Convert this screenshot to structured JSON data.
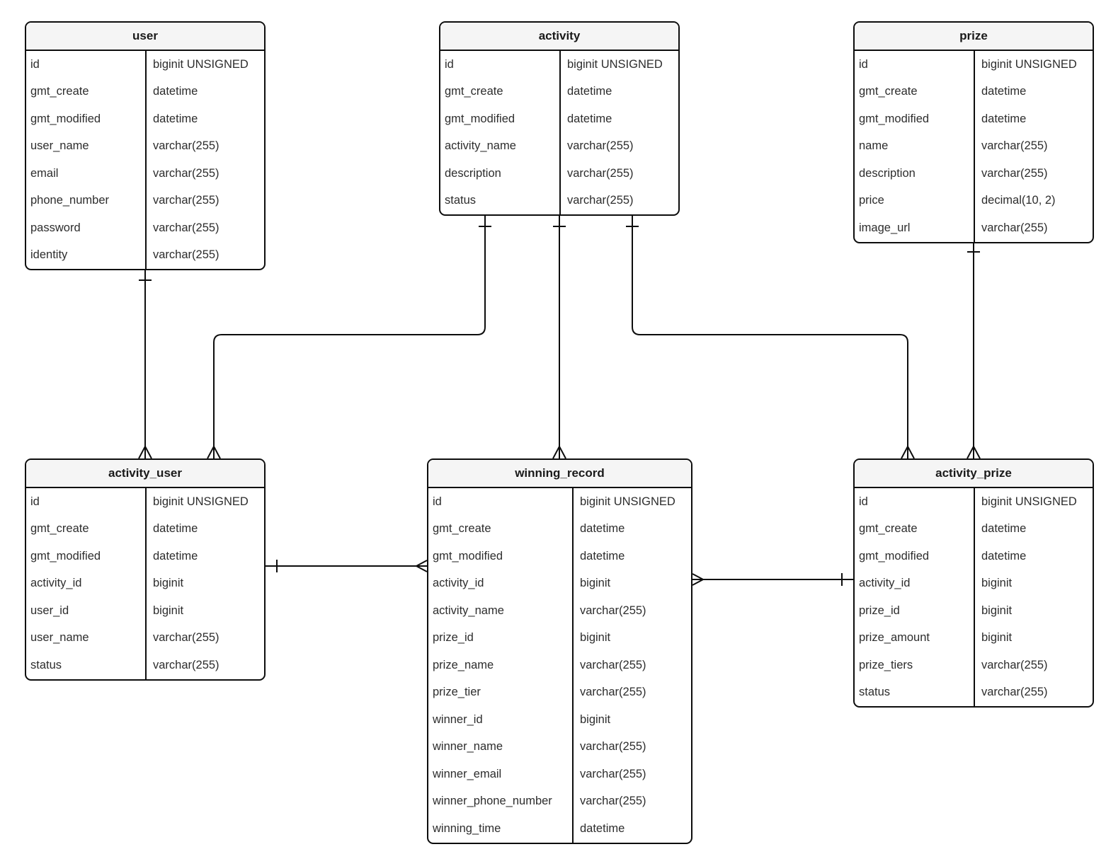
{
  "diagram": {
    "colors": {
      "line": "#0d0d0d",
      "header_fill": "#f5f5f5",
      "table_fill": "#ffffff",
      "text": "#2d2d2d"
    },
    "tables": [
      {
        "title": "user",
        "fields": [
          {
            "name": "id",
            "type": "biginit UNSIGNED"
          },
          {
            "name": "gmt_create",
            "type": "datetime"
          },
          {
            "name": "gmt_modified",
            "type": "datetime"
          },
          {
            "name": "user_name",
            "type": "varchar(255)"
          },
          {
            "name": "email",
            "type": "varchar(255)"
          },
          {
            "name": "phone_number",
            "type": "varchar(255)"
          },
          {
            "name": "password",
            "type": "varchar(255)"
          },
          {
            "name": "identity",
            "type": "varchar(255)"
          }
        ]
      },
      {
        "title": "activity",
        "fields": [
          {
            "name": "id",
            "type": "biginit UNSIGNED"
          },
          {
            "name": "gmt_create",
            "type": "datetime"
          },
          {
            "name": "gmt_modified",
            "type": "datetime"
          },
          {
            "name": "activity_name",
            "type": "varchar(255)"
          },
          {
            "name": "description",
            "type": "varchar(255)"
          },
          {
            "name": "status",
            "type": "varchar(255)"
          }
        ]
      },
      {
        "title": "prize",
        "fields": [
          {
            "name": "id",
            "type": "biginit UNSIGNED"
          },
          {
            "name": "gmt_create",
            "type": "datetime"
          },
          {
            "name": "gmt_modified",
            "type": "datetime"
          },
          {
            "name": "name",
            "type": "varchar(255)"
          },
          {
            "name": "description",
            "type": "varchar(255)"
          },
          {
            "name": "price",
            "type": "decimal(10, 2)"
          },
          {
            "name": "image_url",
            "type": "varchar(255)"
          }
        ]
      },
      {
        "title": "activity_user",
        "fields": [
          {
            "name": "id",
            "type": "biginit UNSIGNED"
          },
          {
            "name": "gmt_create",
            "type": "datetime"
          },
          {
            "name": "gmt_modified",
            "type": "datetime"
          },
          {
            "name": "activity_id",
            "type": "biginit"
          },
          {
            "name": "user_id",
            "type": "biginit"
          },
          {
            "name": "user_name",
            "type": "varchar(255)"
          },
          {
            "name": "status",
            "type": "varchar(255)"
          }
        ]
      },
      {
        "title": "winning_record",
        "fields": [
          {
            "name": "id",
            "type": "biginit UNSIGNED"
          },
          {
            "name": "gmt_create",
            "type": "datetime"
          },
          {
            "name": "gmt_modified",
            "type": "datetime"
          },
          {
            "name": "activity_id",
            "type": "biginit"
          },
          {
            "name": "activity_name",
            "type": "varchar(255)"
          },
          {
            "name": "prize_id",
            "type": "biginit"
          },
          {
            "name": "prize_name",
            "type": "varchar(255)"
          },
          {
            "name": "prize_tier",
            "type": "varchar(255)"
          },
          {
            "name": "winner_id",
            "type": "biginit"
          },
          {
            "name": "winner_name",
            "type": "varchar(255)"
          },
          {
            "name": "winner_email",
            "type": "varchar(255)"
          },
          {
            "name": "winner_phone_number",
            "type": "varchar(255)"
          },
          {
            "name": "winning_time",
            "type": "datetime"
          }
        ]
      },
      {
        "title": "activity_prize",
        "fields": [
          {
            "name": "id",
            "type": "biginit UNSIGNED"
          },
          {
            "name": "gmt_create",
            "type": "datetime"
          },
          {
            "name": "gmt_modified",
            "type": "datetime"
          },
          {
            "name": "activity_id",
            "type": "biginit"
          },
          {
            "name": "prize_id",
            "type": "biginit"
          },
          {
            "name": "prize_amount",
            "type": "biginit"
          },
          {
            "name": "prize_tiers",
            "type": "varchar(255)"
          },
          {
            "name": "status",
            "type": "varchar(255)"
          }
        ]
      }
    ],
    "relationships": [
      {
        "from": "user",
        "to": "activity_user",
        "from_cardinality": "one",
        "to_cardinality": "many"
      },
      {
        "from": "activity",
        "to": "activity_user",
        "from_cardinality": "one",
        "to_cardinality": "many"
      },
      {
        "from": "activity",
        "to": "winning_record",
        "from_cardinality": "one",
        "to_cardinality": "many"
      },
      {
        "from": "activity",
        "to": "activity_prize",
        "from_cardinality": "one",
        "to_cardinality": "many"
      },
      {
        "from": "prize",
        "to": "activity_prize",
        "from_cardinality": "one",
        "to_cardinality": "many"
      },
      {
        "from": "activity_user",
        "to": "winning_record",
        "from_cardinality": "one",
        "to_cardinality": "many"
      },
      {
        "from": "activity_prize",
        "to": "winning_record",
        "from_cardinality": "one",
        "to_cardinality": "many"
      }
    ]
  }
}
